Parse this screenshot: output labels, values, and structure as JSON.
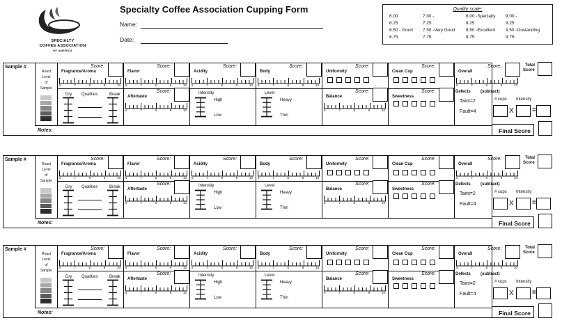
{
  "header": {
    "title": "Specialty Coffee Association Cupping Form",
    "logo_lines": [
      "SPECIALTY",
      "COFFEE ASSOCIATION",
      "OF AMERICA"
    ],
    "name_label": "Name:",
    "date_label": "Date:"
  },
  "quality_scale": {
    "title": "Quality scale:",
    "rows": [
      [
        "6.00",
        "7.00 -",
        "8.00 -Specialty",
        "9.00 -"
      ],
      [
        "6.25",
        "7.25",
        "8.25",
        "9.25"
      ],
      [
        "6.50 - Good",
        "7.50 -Very  Good",
        "8.50 -Excellent",
        "9.50 -Oustanding"
      ],
      [
        "6.75",
        "7.75",
        "8.75",
        "9.75"
      ]
    ]
  },
  "form": {
    "sample_label": "Sample #",
    "roast_label": [
      "Roast",
      "Level",
      "of",
      "Sample"
    ],
    "score_label": "Score:",
    "fragrance": "Fragrance/Aroma",
    "dry": "Dry",
    "qualities": "Qualities",
    "break": "Break",
    "flavor": "Flavor",
    "aftertaste": "Aftertaste",
    "acidity": "Acidity",
    "intensity": "Intensity",
    "high": "High",
    "low": "Low",
    "body": "Body",
    "level": "Level",
    "heavy": "Heavy",
    "thin": "Thin",
    "uniformity": "Uniformity",
    "balance": "Balance",
    "clean_cup": "Clean Cup",
    "sweetness": "Sweetness",
    "overall": "Overall",
    "defects": "Defects",
    "subtract": "(subtract)",
    "taint": "Taint=2",
    "fault": "Fault=4",
    "cups": "# cups",
    "intensity_col": "Intensity",
    "x_sign": "X",
    "eq_sign": "=",
    "total_score": [
      "Total",
      "Score"
    ],
    "notes": "Notes:",
    "final_score": "Final Score",
    "tick_numbers": [
      "6",
      "7",
      "8",
      "9",
      "10"
    ]
  },
  "sheets": [
    {
      "index": 1
    },
    {
      "index": 2
    },
    {
      "index": 3
    }
  ]
}
